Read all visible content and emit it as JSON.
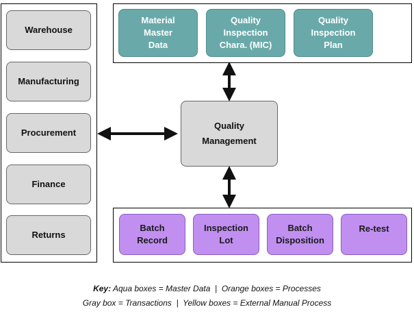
{
  "left_column": [
    {
      "name": "left-box-warehouse",
      "label": "Warehouse"
    },
    {
      "name": "left-box-manufacturing",
      "label": "Manufacturing"
    },
    {
      "name": "left-box-procurement",
      "label": "Procurement"
    },
    {
      "name": "left-box-finance",
      "label": "Finance"
    },
    {
      "name": "left-box-returns",
      "label": "Returns"
    }
  ],
  "top_boxes": [
    {
      "label": "Material\nMaster\nData"
    },
    {
      "label": "Quality\nInspection\nChara. (MIC)"
    },
    {
      "label": "Quality\nInspection\nPlan"
    }
  ],
  "center": {
    "label": "Quality\nManagement"
  },
  "bottom_boxes": [
    {
      "label": "Batch\nRecord"
    },
    {
      "label": "Inspection\nLot"
    },
    {
      "label": "Batch\nDisposition"
    },
    {
      "label": "Re-test"
    }
  ],
  "key": {
    "title": "Key:",
    "line1_rest": " Aqua boxes = Master Data  |  Orange boxes = Processes",
    "line2": "Gray box = Transactions  |  Yellow boxes = External Manual Process"
  },
  "colors": {
    "aqua": "#6aa9a9",
    "gray": "#d9d9d9",
    "purple": "#c08ff0",
    "arrow": "#111111"
  }
}
